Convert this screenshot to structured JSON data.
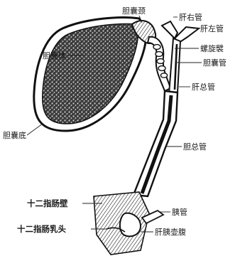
{
  "labels": {
    "gallbladder_neck": "胆囊颈",
    "right_hepatic_duct": "肝右管",
    "left_hepatic_duct": "肝左管",
    "gallbladder_body": "胆囊体",
    "spiral_fold": "螺旋襞",
    "cystic_duct": "胆囊管",
    "common_hepatic_duct": "肝总管",
    "gallbladder_fundus": "胆囊底",
    "common_bile_duct": "胆总管",
    "duodenal_wall": "十二指肠壁",
    "pancreatic_duct": "胰管",
    "duodenal_papilla": "十二指肠乳头",
    "hepatopancreatic_ampulla": "肝胰壶腹"
  },
  "colors": {
    "ink": "#1a1a1a",
    "paper": "#ffffff"
  }
}
